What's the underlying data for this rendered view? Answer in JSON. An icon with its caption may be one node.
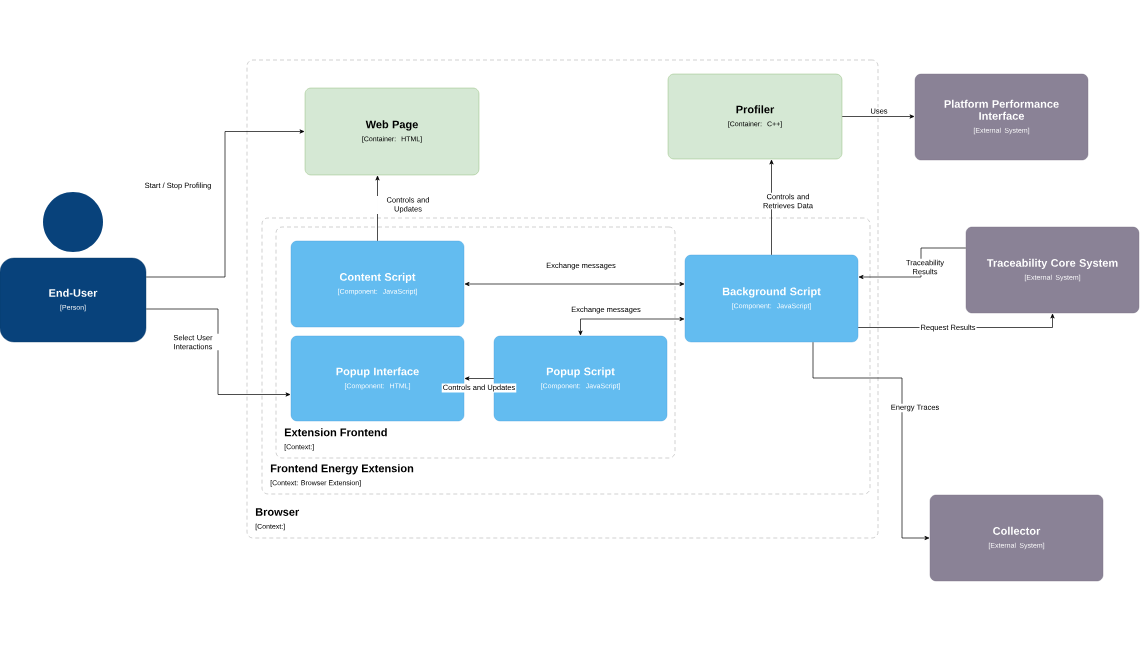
{
  "diagram": {
    "nodes": [
      {
        "text": [
          "Browser",
          "[Context:]"
        ]
      },
      {
        "text": [
          "Web Page",
          "[Container: HTML]"
        ],
        "in": 0
      },
      {
        "text": [
          "Profiler",
          "[Container: C++]"
        ],
        "in": 0
      },
      {
        "text": [
          "Frontend Energy Extension",
          "[Context: Browser Extension]"
        ],
        "in": 0
      },
      {
        "text": [
          "Extension Frontend",
          "[Context:]"
        ],
        "in": 3
      },
      {
        "text": [
          "Content Script",
          "[Component: JavaScript]"
        ],
        "in": 4
      },
      {
        "text": [
          "Popup Interface",
          "[Component: HTML]"
        ],
        "in": 4
      },
      {
        "text": [
          "Popup Script",
          "[Component: JavaScript]"
        ],
        "in": 4
      },
      {
        "text": [
          "Background Script",
          "[Component: JavaScript]"
        ],
        "in": 3
      },
      {
        "text": [
          "End-User",
          "[Person]"
        ]
      },
      {
        "text": [
          "Platform Performance Interface",
          "[External System]"
        ]
      },
      {
        "text": [
          "Traceability Core System",
          "[External System]"
        ]
      },
      {
        "text": [
          "Collector",
          "[External System]"
        ]
      }
    ],
    "edges": [
      {
        "from": 9,
        "to": 1,
        "arrow": "to",
        "label": "Start / Stop Profiling"
      },
      {
        "from": 9,
        "to": 6,
        "arrow": "to",
        "label": "Select User Interactions"
      },
      {
        "from": 5,
        "to": 1,
        "arrow": "to",
        "label": "Controls and Updates"
      },
      {
        "from": 8,
        "to": 2,
        "arrow": "to",
        "label": "Controls and Retrieves Data"
      },
      {
        "from": 2,
        "to": 10,
        "arrow": "to",
        "label": "Uses"
      },
      {
        "from": 5,
        "to": 8,
        "arrow": "both",
        "label": "Exchange messages"
      },
      {
        "from": 7,
        "to": 8,
        "arrow": "both",
        "label": "Exchange messages"
      },
      {
        "from": 7,
        "to": 6,
        "arrow": "to",
        "label": "Controls and Updates"
      },
      {
        "from": 11,
        "to": 8,
        "arrow": "to",
        "label": "Traceability Results"
      },
      {
        "from": 8,
        "to": 11,
        "arrow": "to",
        "label": "Request Results"
      },
      {
        "from": 8,
        "to": 12,
        "arrow": "to",
        "label": "Energy Traces"
      }
    ]
  }
}
